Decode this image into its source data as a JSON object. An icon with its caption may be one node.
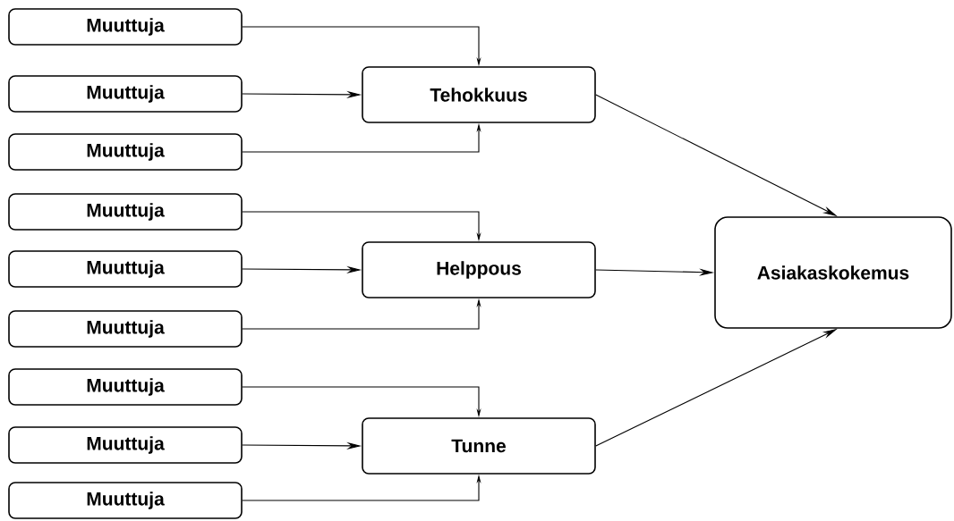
{
  "diagram": {
    "nodes": [
      {
        "text": [
          "Muuttuja"
        ]
      },
      {
        "text": [
          "Muuttuja"
        ]
      },
      {
        "text": [
          "Muuttuja"
        ]
      },
      {
        "text": [
          "Tehokkuus"
        ]
      },
      {
        "text": [
          "Muuttuja"
        ]
      },
      {
        "text": [
          "Muuttuja"
        ]
      },
      {
        "text": [
          "Muuttuja"
        ]
      },
      {
        "text": [
          "Helppous"
        ]
      },
      {
        "text": [
          "Muuttuja"
        ]
      },
      {
        "text": [
          "Muuttuja"
        ]
      },
      {
        "text": [
          "Muuttuja"
        ]
      },
      {
        "text": [
          "Tunne"
        ]
      },
      {
        "text": [
          "Asiakaskokemus"
        ]
      }
    ],
    "edges": [
      {
        "from": 0,
        "to": 3,
        "arrow": "to"
      },
      {
        "from": 1,
        "to": 3,
        "arrow": "to"
      },
      {
        "from": 2,
        "to": 3,
        "arrow": "to"
      },
      {
        "from": 4,
        "to": 7,
        "arrow": "to"
      },
      {
        "from": 5,
        "to": 7,
        "arrow": "to"
      },
      {
        "from": 6,
        "to": 7,
        "arrow": "to"
      },
      {
        "from": 8,
        "to": 11,
        "arrow": "to"
      },
      {
        "from": 9,
        "to": 11,
        "arrow": "to"
      },
      {
        "from": 10,
        "to": 11,
        "arrow": "to"
      },
      {
        "from": 3,
        "to": 12,
        "arrow": "to"
      },
      {
        "from": 7,
        "to": 12,
        "arrow": "to"
      },
      {
        "from": 11,
        "to": 12,
        "arrow": "to"
      }
    ]
  }
}
